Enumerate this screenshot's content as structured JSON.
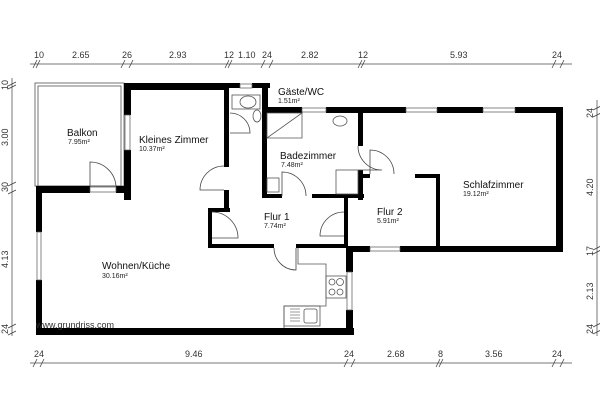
{
  "plan": {
    "watermark": "www.grundriss.com",
    "dimensions_top": [
      "10",
      "2.65",
      "26",
      "2.93",
      "12",
      "1.10",
      "24",
      "2.82",
      "12",
      "5.93",
      "24"
    ],
    "dimensions_bottom": [
      "24",
      "9.46",
      "24",
      "2.68",
      "8",
      "3.56",
      "24"
    ],
    "dimensions_left": [
      "10",
      "3.00",
      "30",
      "4.13",
      "24"
    ],
    "dimensions_right": [
      "24",
      "4.20",
      "17",
      "2.13",
      "24"
    ],
    "rooms": [
      {
        "name": "Balkon",
        "area": "7.95m²"
      },
      {
        "name": "Kleines Zimmer",
        "area": "10.37m²"
      },
      {
        "name": "Gäste/WC",
        "area": "1.51m²"
      },
      {
        "name": "Badezimmer",
        "area": "7.48m²"
      },
      {
        "name": "Schlafzimmer",
        "area": "19.12m²"
      },
      {
        "name": "Flur 1",
        "area": "7.74m²"
      },
      {
        "name": "Flur 2",
        "area": "5.91m²"
      },
      {
        "name": "Wohnen/Küche",
        "area": "30.16m²"
      }
    ],
    "colors": {
      "wall": "#000000",
      "line": "#555555",
      "background": "#ffffff"
    }
  }
}
